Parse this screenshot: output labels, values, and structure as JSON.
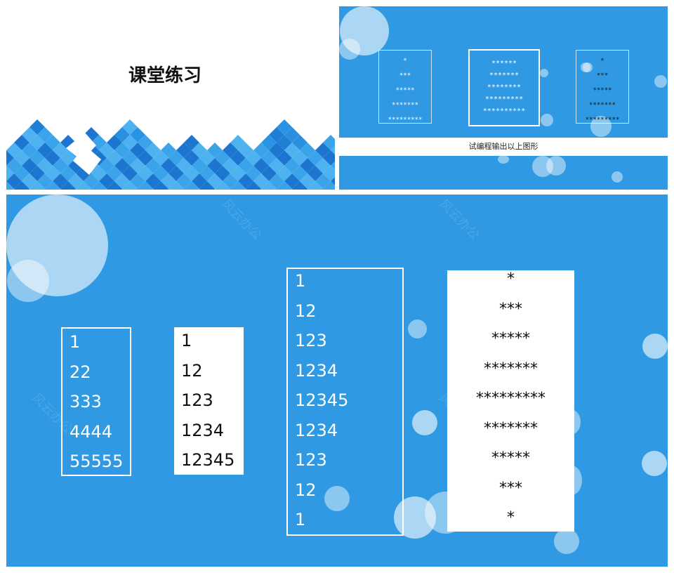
{
  "slide1": {
    "title": "课堂练习"
  },
  "slide2": {
    "caption": "试编程输出以上图形",
    "pattern_left": [
      "*",
      "***",
      "*****",
      "*******",
      "*********"
    ],
    "pattern_middle": [
      "******",
      "*******",
      "********",
      "*********",
      "**********"
    ],
    "pattern_right": [
      "*",
      "***",
      "*****",
      "*******",
      "*********"
    ]
  },
  "slide3": {
    "watermark": "风云办公",
    "pattern_repeat": [
      "1",
      "22",
      "333",
      "4444",
      "55555"
    ],
    "pattern_count": [
      "1",
      "12",
      "123",
      "1234",
      "12345"
    ],
    "pattern_diamond_numbers": [
      "1",
      "12",
      "123",
      "1234",
      "12345",
      "1234",
      "123",
      "12",
      "1"
    ],
    "pattern_diamond_stars": [
      "*",
      "***",
      "*****",
      "*******",
      "*********",
      "*******",
      "*****",
      "***",
      "*"
    ]
  },
  "colors": {
    "slide_blue": "#2f9ae3",
    "white": "#ffffff"
  }
}
